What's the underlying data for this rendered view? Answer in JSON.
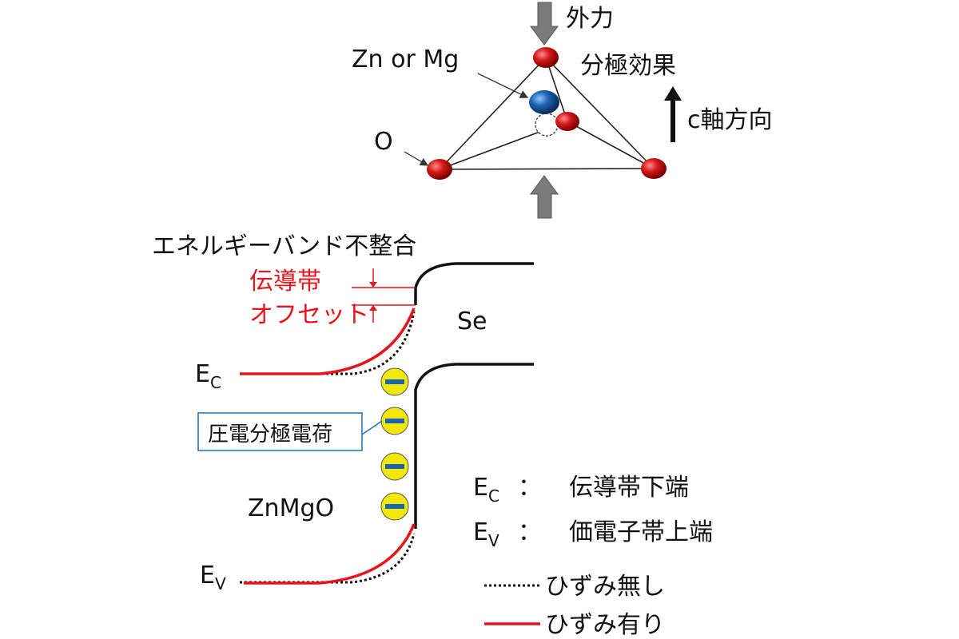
{
  "crystal": {
    "external_force": "外力",
    "polarization_effect": "分極効果",
    "c_axis": "c軸方向",
    "cation_label": "Zn or Mg",
    "oxygen_label": "O"
  },
  "band": {
    "title": "エネルギーバンド不整合",
    "cb_offset_line1": "伝導帯",
    "cb_offset_line2": "オフセット",
    "se_label": "Se",
    "znmgo_label": "ZnMgO",
    "ec_main": "E",
    "ec_sub": "C",
    "ev_main": "E",
    "ev_sub": "V",
    "piezo_charge": "圧電分極電荷",
    "charge_count": 4
  },
  "legend": {
    "ec_main": "E",
    "ec_sub": "C",
    "ec_colon": "：",
    "ec_desc": "伝導帯下端",
    "ev_main": "E",
    "ev_sub": "V",
    "ev_colon": "：",
    "ev_desc": "価電子帯上端",
    "no_strain": "ひずみ無し",
    "with_strain": "ひずみ有り"
  },
  "colors": {
    "atom_oxygen": "#cc1111",
    "atom_cation": "#1a5fa8",
    "strained_line": "#e8141b",
    "charge_fill": "#f2e80c",
    "charge_bar": "#1a64b4",
    "callout_border": "#1f6fb5",
    "arrow_gray": "#7a7a7a"
  }
}
